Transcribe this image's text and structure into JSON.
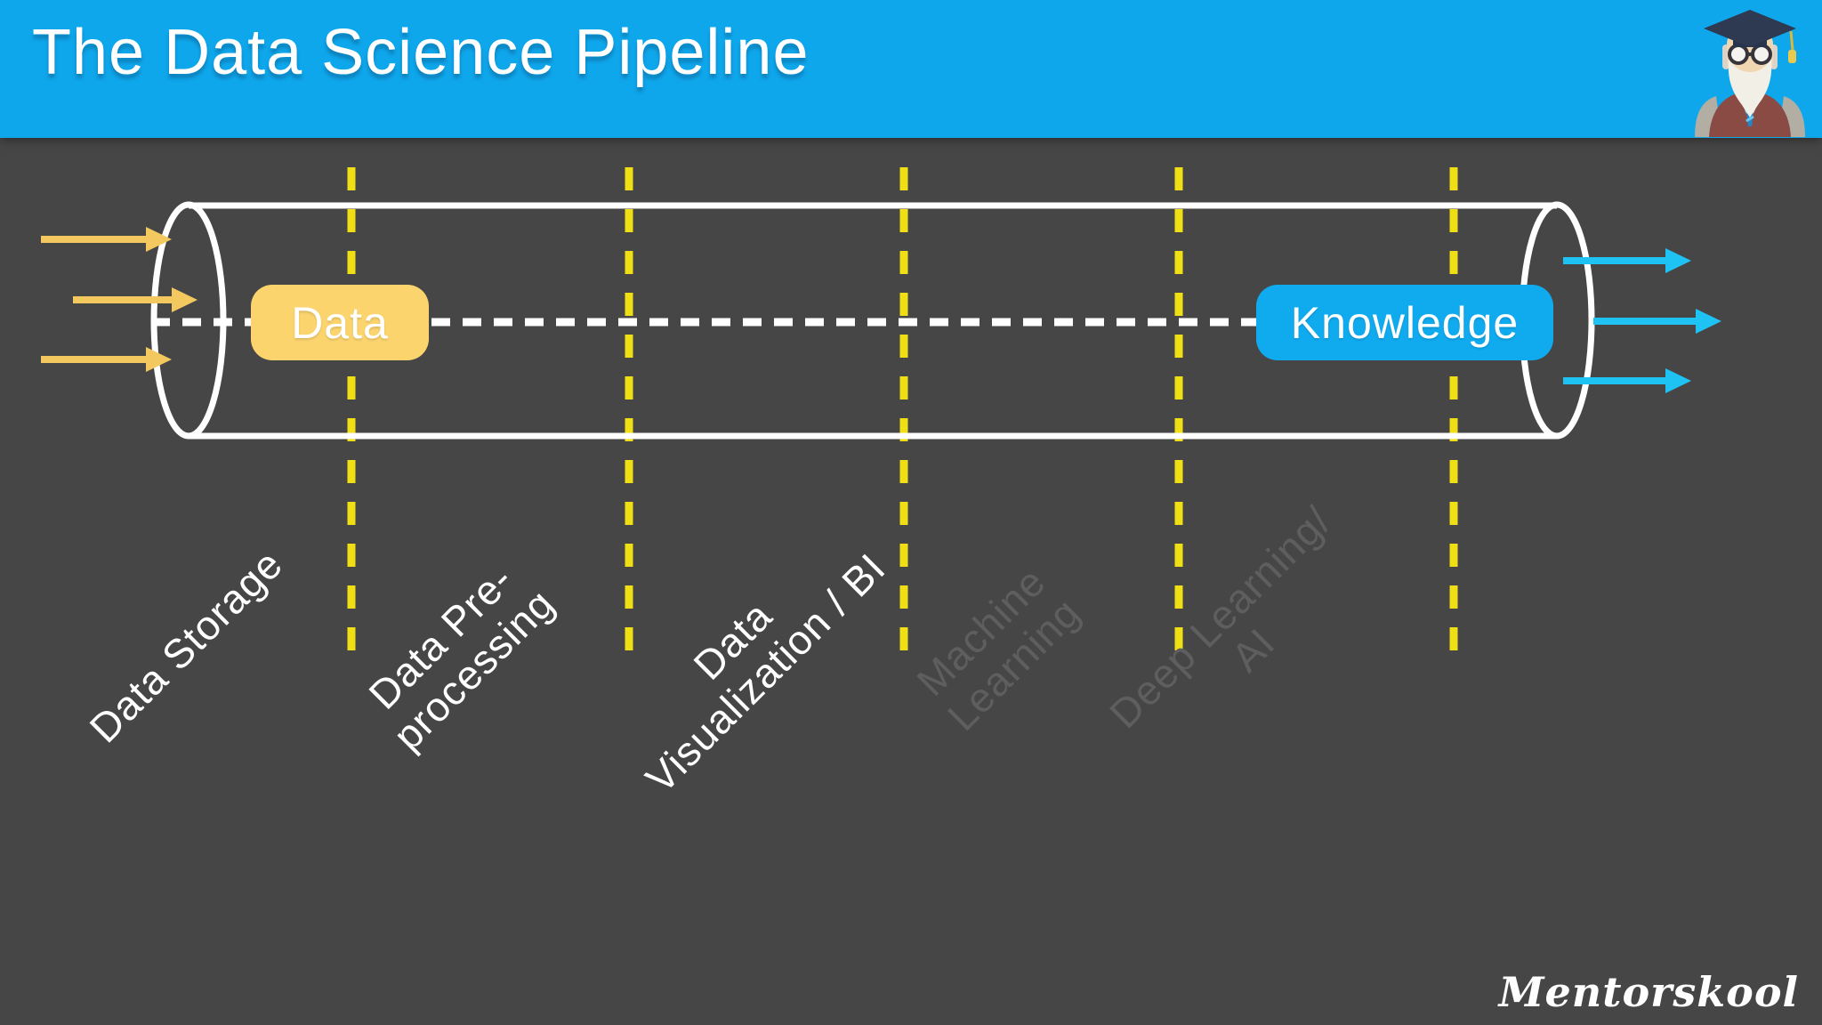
{
  "header": {
    "title": "The Data Science Pipeline",
    "background_color": "#0FA7EC",
    "title_color": "#FFFFFF",
    "professor_icon": "professor-graduate-icon"
  },
  "pipeline": {
    "source_box": {
      "label": "Data",
      "color": "#FBD46E"
    },
    "result_box": {
      "label": "Knowledge",
      "color": "#10ABEF"
    },
    "input_arrows": {
      "count": 3,
      "color": "#F3C95F",
      "side": "left"
    },
    "output_arrows": {
      "count": 3,
      "color": "#1FC3F3",
      "side": "right"
    },
    "dividers": {
      "count": 5,
      "color": "#F0DF15",
      "style": "dashed-vertical"
    },
    "center_line": {
      "color": "#FFFFFF",
      "style": "dashed-horizontal"
    },
    "cylinder_color": "#FFFFFF",
    "stages": [
      {
        "line1": "Data Storage",
        "line2": "",
        "status": "highlighted",
        "text_color": "#FFFFFF"
      },
      {
        "line1": "Data Pre-",
        "line2": "processing",
        "status": "highlighted",
        "text_color": "#FFFFFF"
      },
      {
        "line1": "Data",
        "line2": "Visualization / BI",
        "status": "highlighted",
        "text_color": "#FFFFFF"
      },
      {
        "line1": "Machine",
        "line2": "Learning",
        "status": "dimmed",
        "text_color": "#5E5E5E"
      },
      {
        "line1": "Deep Learning/",
        "line2": "AI",
        "status": "dimmed",
        "text_color": "#5E5E5E"
      }
    ]
  },
  "footer": {
    "logo_text": "Mentorskool"
  },
  "colors": {
    "background": "#464646"
  }
}
